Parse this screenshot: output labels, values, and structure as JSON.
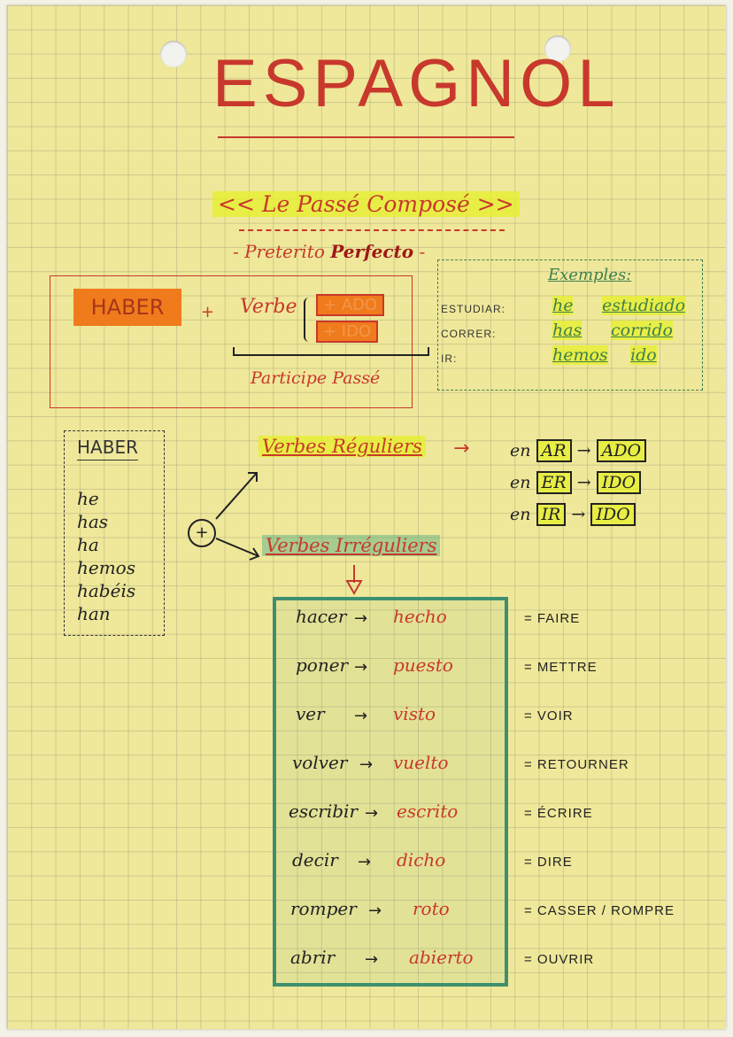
{
  "title": "ESPAGNOL",
  "subtitle": "<< Le Passé Composé >>",
  "subtitle2_prefix": "- Preterito",
  "subtitle2_bold": "Perfecto",
  "subtitle2_suffix": "-",
  "formula": {
    "haber": "HABER",
    "plus": "+",
    "verbe": "Verbe",
    "ending_ado": "+ ADO",
    "ending_ido": "+ IDO",
    "participe": "Participe Passé"
  },
  "exemples": {
    "heading": "Exemples:",
    "rows": [
      {
        "verb": "ESTUDIAR:",
        "aux": "he",
        "part": "estudiado"
      },
      {
        "verb": "CORRER:",
        "aux": "has",
        "part": "corrido"
      },
      {
        "verb": "IR:",
        "aux": "hemos",
        "part": "ido"
      }
    ]
  },
  "haber_table": {
    "heading": "HABER",
    "forms": [
      "he",
      "has",
      "ha",
      "hemos",
      "habéis",
      "han"
    ]
  },
  "plus_circle": "+",
  "reguliers": {
    "label": "Verbes Réguliers",
    "arrow": "→",
    "rules": [
      {
        "en": "en",
        "from": "AR",
        "to": "ADO"
      },
      {
        "en": "en",
        "from": "ER",
        "to": "IDO"
      },
      {
        "en": "en",
        "from": "IR",
        "to": "IDO"
      }
    ]
  },
  "irreguliers": {
    "label": "Verbes Irréguliers",
    "rows": [
      {
        "inf": "hacer",
        "part": "hecho",
        "fr": "= FAIRE"
      },
      {
        "inf": "poner",
        "part": "puesto",
        "fr": "= METTRE"
      },
      {
        "inf": "ver",
        "part": "visto",
        "fr": "= VOIR"
      },
      {
        "inf": "volver",
        "part": "vuelto",
        "fr": "= RETOURNER"
      },
      {
        "inf": "escribir",
        "part": "escrito",
        "fr": "= ÉCRIRE"
      },
      {
        "inf": "decir",
        "part": "dicho",
        "fr": "= DIRE"
      },
      {
        "inf": "romper",
        "part": "roto",
        "fr": "= CASSER / ROMPRE"
      },
      {
        "inf": "abrir",
        "part": "abierto",
        "fr": "= OUVRIR"
      }
    ]
  },
  "colors": {
    "paper": "#efe89a",
    "red_ink": "#c8382c",
    "green_ink": "#3f7f4f",
    "orange": "#f07b1c",
    "highlight": "#e6f028"
  }
}
